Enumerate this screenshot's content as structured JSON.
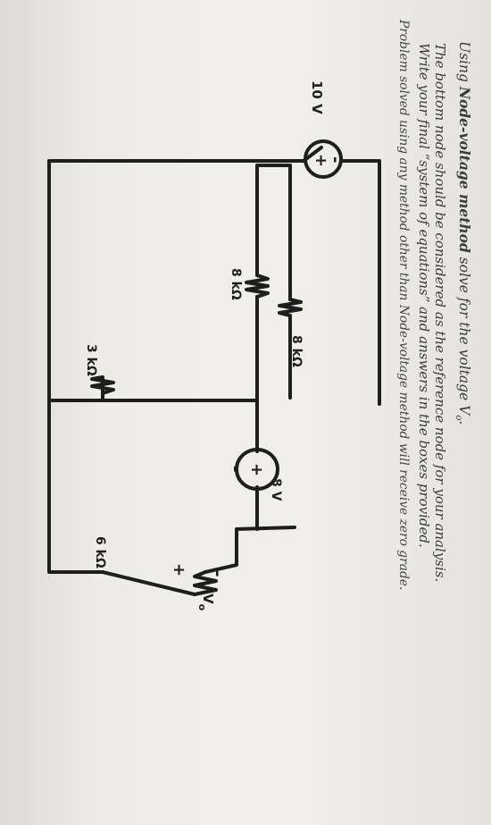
{
  "problem": {
    "line1_prefix": "Using ",
    "line1_bold": "Node-voltage method",
    "line1_suffix": " solve for the voltage V",
    "line1_sub": "o",
    "line1_end": ".",
    "line2": "The bottom node should be considered as the reference node for your analysis.",
    "line3": "Write your final “system of equations” and answers in the boxes provided.",
    "line4": "Problem solved using any method other than Node-voltage method will receive zero grade."
  },
  "circuit": {
    "source_10v": {
      "label": "10 V",
      "plus": "+",
      "minus": "-"
    },
    "r_8k_left": {
      "label": "8 kΩ"
    },
    "r_8k_top": {
      "label": "8 kΩ"
    },
    "r_3k": {
      "label": "3 kΩ"
    },
    "source_8v": {
      "label": "8 V",
      "plus": "+",
      "minus": "-"
    },
    "r_6k": {
      "label": "6 kΩ"
    },
    "vo": {
      "label": "V",
      "sub": "o",
      "plus": "+",
      "minus": "-"
    }
  }
}
